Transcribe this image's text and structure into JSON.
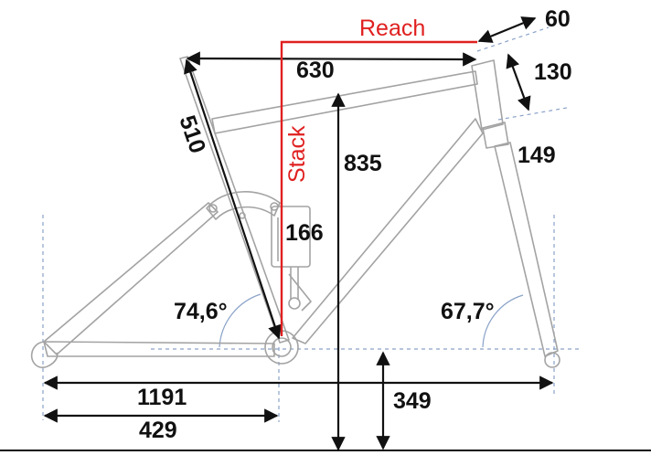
{
  "colors": {
    "frame": "#a3a3a3",
    "dimension": "#111111",
    "reach_stack": "#e02020",
    "guide": "#8aa2c8",
    "background": "#ffffff"
  },
  "labels": {
    "reach": "Reach",
    "stack": "Stack",
    "top_tube": "630",
    "stem_offset": "60",
    "head_tube": "130",
    "seat_tube": "510",
    "stack_height": "835",
    "fork_length": "149",
    "shock_length": "166",
    "seat_angle": "74,6°",
    "head_angle": "67,7°",
    "wheelbase": "1191",
    "chainstay": "429",
    "bb_height": "349"
  }
}
